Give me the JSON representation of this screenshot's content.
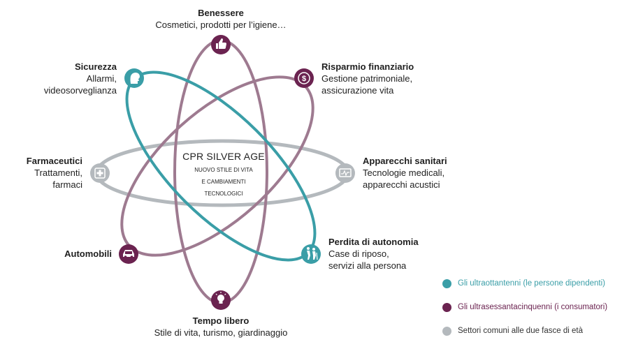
{
  "center": {
    "title": "CPR SILVER AGE",
    "subtitle_lines": [
      "NUOVO STILE DI VITA",
      "E CAMBIAMENTI",
      "TECNOLOGICI"
    ]
  },
  "nodes": {
    "benessere": {
      "title": "Benessere",
      "desc": [
        "Cosmetici, prodotti per l’igiene…"
      ],
      "group": "ultrasessantacinquenni",
      "icon": "thumbs-up-icon"
    },
    "risparmio": {
      "title": "Risparmio finanziario",
      "desc": [
        "Gestione patrimoniale,",
        "assicurazione vita"
      ],
      "group": "ultrasessantacinquenni",
      "icon": "dollar-icon"
    },
    "sicurezza": {
      "title": "Sicurezza",
      "desc": [
        "Allarmi,",
        "videosorveglianza"
      ],
      "group": "ultraottantenni",
      "icon": "head-silhouette-icon"
    },
    "farmaceutici": {
      "title": "Farmaceutici",
      "desc": [
        "Trattamenti,",
        "farmaci"
      ],
      "group": "comuni",
      "icon": "medical-cross-icon"
    },
    "apparecchi": {
      "title": "Apparecchi sanitari",
      "desc": [
        "Tecnologie medicali,",
        "apparecchi acustici"
      ],
      "group": "comuni",
      "icon": "monitor-icon"
    },
    "automobili": {
      "title": "Automobili",
      "desc": [],
      "group": "ultrasessantacinquenni",
      "icon": "car-icon"
    },
    "perdita": {
      "title": "Perdita di autonomia",
      "desc": [
        "Case di riposo,",
        "servizi alla persona"
      ],
      "group": "ultraottantenni",
      "icon": "elderly-assist-icon"
    },
    "tempo": {
      "title": "Tempo libero",
      "desc": [
        "Stile di vita, turismo, giardinaggio"
      ],
      "group": "ultrasessantacinquenni",
      "icon": "lightbulb-icon"
    }
  },
  "legend": [
    {
      "label": "Gli ultraottantenni (le persone dipendenti)",
      "color": "#3a9ea7"
    },
    {
      "label": "Gli ultrasessantacinquenni (i consumatori)",
      "color": "#6b2350"
    },
    {
      "label": "Settori comuni alle due fasce di età",
      "color": "#b4b9bd"
    }
  ],
  "colors": {
    "teal": "#3a9ea7",
    "plum": "#6b2350",
    "plum_orbit": "#9e7a90",
    "grey": "#b4b9bd"
  }
}
